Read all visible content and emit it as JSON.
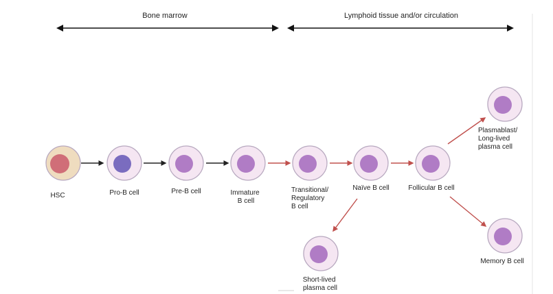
{
  "regions": {
    "bone_marrow": "Bone marrow",
    "lymphoid": "Lymphoid tissue and/or circulation"
  },
  "cells": {
    "hsc": {
      "label": "HSC"
    },
    "pro_b": {
      "label": "Pro-B cell"
    },
    "pre_b": {
      "label": "Pre-B cell"
    },
    "immature": {
      "line1": "Immature",
      "line2": "B cell"
    },
    "transitional": {
      "line1": "Transitional/",
      "line2": "Regulatory",
      "line3": "B cell"
    },
    "naive": {
      "label": "Naïve B cell"
    },
    "follicular": {
      "label": "Follicular B cell"
    },
    "plasmablast": {
      "line1": "Plasmablast/",
      "line2": "Long-lived",
      "line3": "plasma cell"
    },
    "memory": {
      "label": "Memory B cell"
    },
    "short_lived": {
      "line1": "Short-lived",
      "line2": "plasma cell"
    }
  },
  "colors": {
    "hsc_outer": "#efdcbf",
    "hsc_nucleus": "#d06e78",
    "pro_b_nucleus": "#7a6cbf",
    "cell_outer": "#f5e6f2",
    "cell_nucleus": "#b07cc5",
    "black_arrow": "#222222",
    "red_arrow": "#c0504d",
    "region_arrow": "#111111"
  }
}
